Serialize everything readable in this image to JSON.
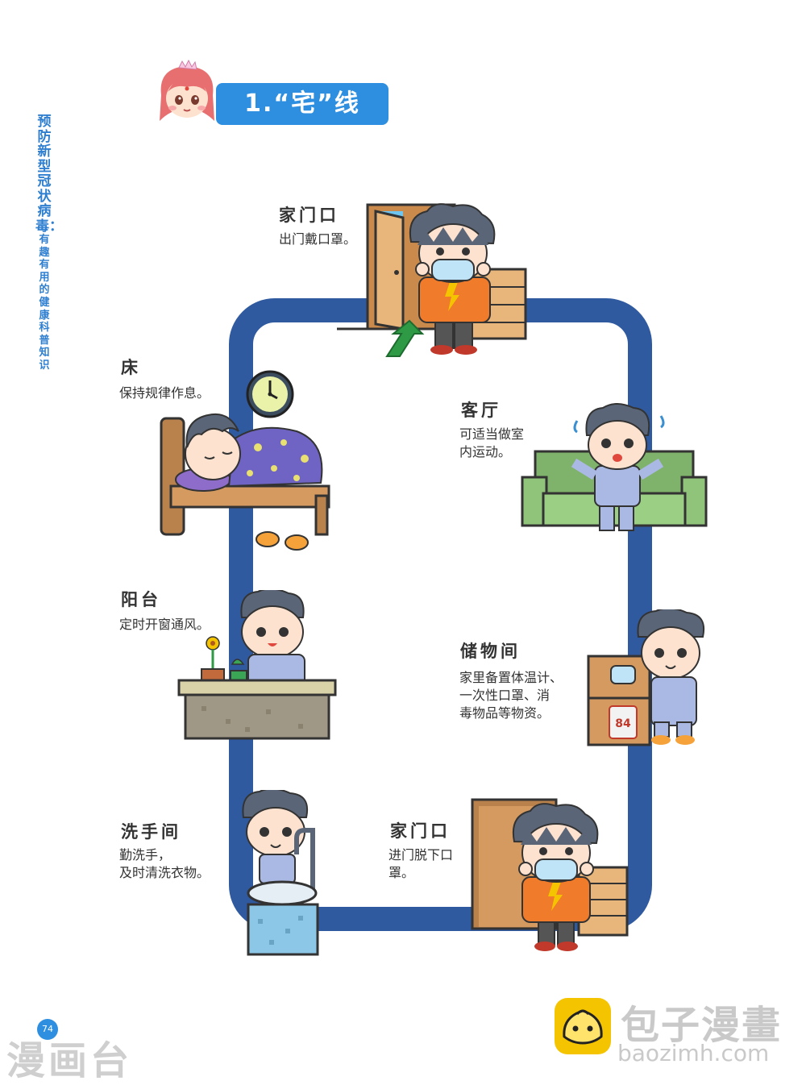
{
  "sidebar": {
    "title": "预防新型冠状病毒：",
    "subtitle": "有趣有用的健康科普知识"
  },
  "header": {
    "title": "1.“宅”线"
  },
  "stations": {
    "door_out": {
      "name": "家门口",
      "desc": "出门戴口罩。"
    },
    "bed": {
      "name": "床",
      "desc": "保持规律作息。"
    },
    "living": {
      "name": "客厅",
      "desc_1": "可适当做室",
      "desc_2": "内运动。"
    },
    "balcony": {
      "name": "阳台",
      "desc": "定时开窗通风。"
    },
    "storage": {
      "name": "储物间",
      "desc_1": "家里备置体温计、",
      "desc_2": "一次性口罩、消",
      "desc_3": "毒物品等物资。"
    },
    "washroom": {
      "name": "洗手间",
      "desc_1": "勤洗手，",
      "desc_2": "及时清洗衣物。"
    },
    "door_in": {
      "name": "家门口",
      "desc_1": "进门脱下口",
      "desc_2": "罩。"
    }
  },
  "disinfectant_label": "84",
  "page_number": "74",
  "watermarks": {
    "left": "漫画台",
    "right_cn": "包子漫畫",
    "right_url": "baozimh.com"
  },
  "colors": {
    "loop_blue": "#2f5aa0",
    "title_blue": "#2e8fe0",
    "sofa_green": "#7fb26a",
    "jacket_orange": "#f07b2a",
    "bread_yellow": "#f5c400"
  }
}
